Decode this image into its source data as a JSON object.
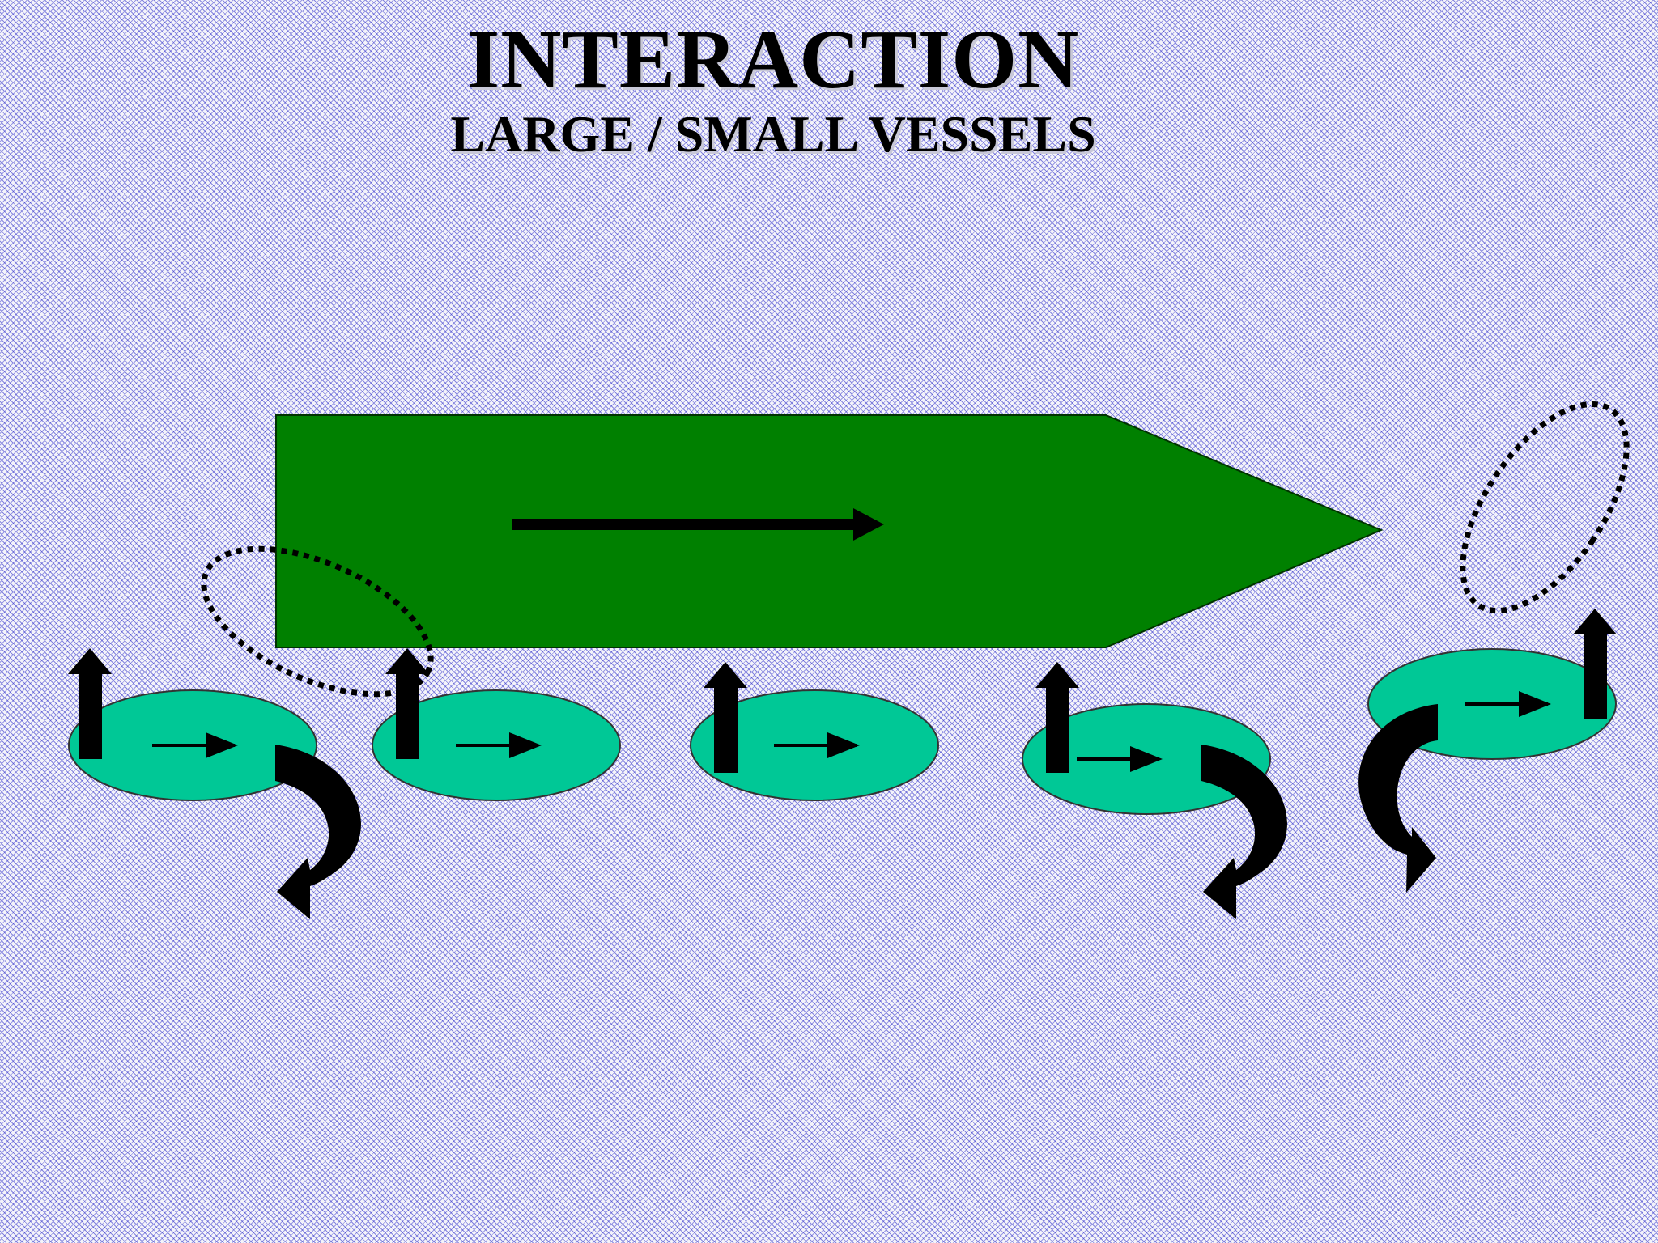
{
  "slide": {
    "title": "INTERACTION",
    "subtitle": "LARGE / SMALL VESSELS"
  },
  "colors": {
    "large_vessel": "#008000",
    "small_vessel": "#00c896",
    "arrow": "#000000",
    "background_pattern": "#2828c8"
  },
  "icons": {
    "large_vessel": "pointed-hull-shape",
    "small_vessel": "ellipse-shape",
    "heading": "right-arrow",
    "lateral_force": "up-arrow",
    "yaw_moment": "curved-arrow",
    "pressure_zone": "dotted-ellipse"
  }
}
